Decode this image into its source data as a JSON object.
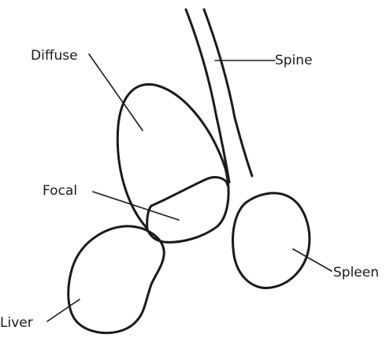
{
  "labels": {
    "diffuse": "Diffuse",
    "spine": "Spine",
    "focal": "Focal",
    "spleen": "Spleen",
    "liver": "Liver"
  },
  "colors": {
    "line": "#1a1a1a",
    "background": "#ffffff"
  }
}
